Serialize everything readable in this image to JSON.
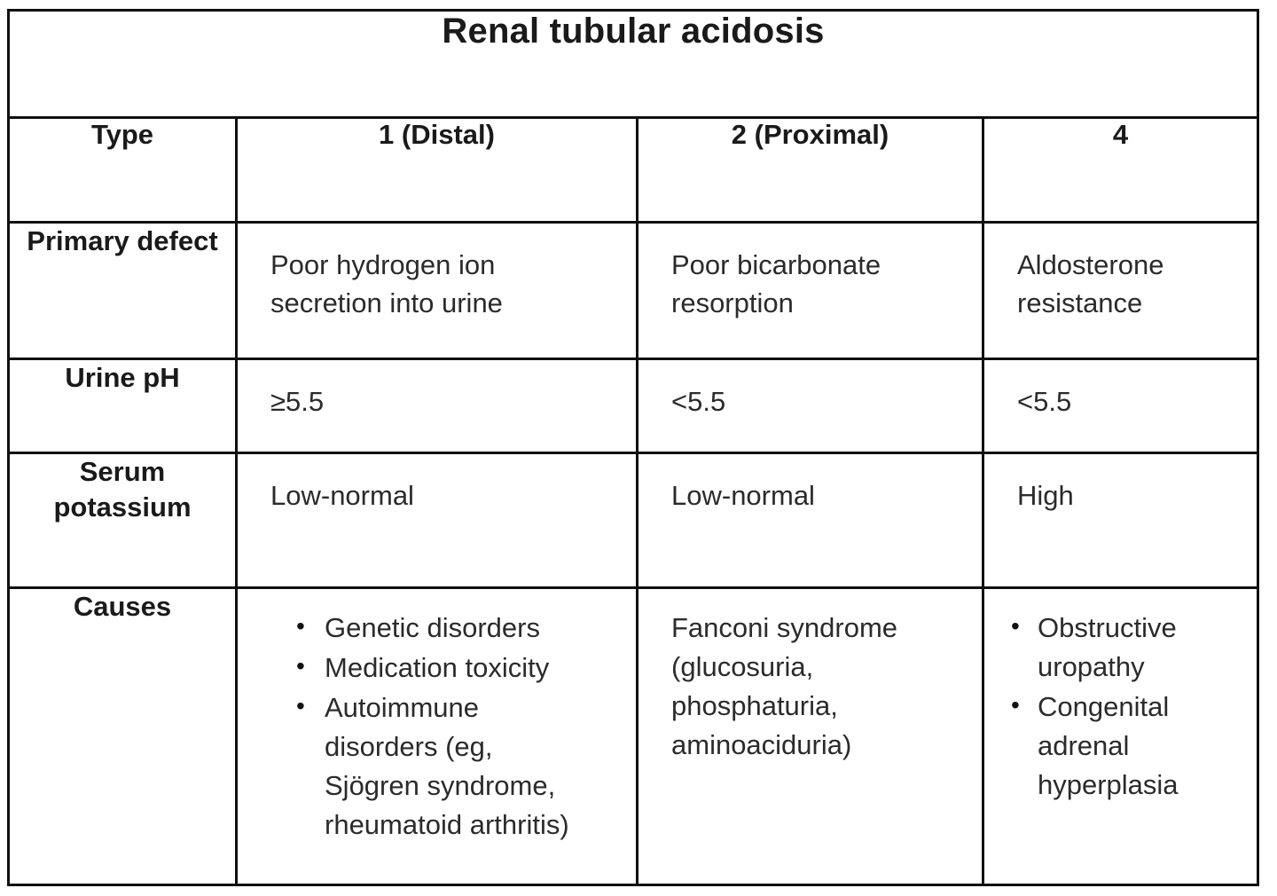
{
  "table": {
    "title": "Renal tubular acidosis",
    "columns": [
      {
        "key": "label",
        "header": "Type"
      },
      {
        "key": "type1",
        "header": "1 (Distal)"
      },
      {
        "key": "type2",
        "header": "2 (Proximal)"
      },
      {
        "key": "type4",
        "header": "4"
      }
    ],
    "rows": [
      {
        "label": "Primary\ndefect",
        "type1": "Poor hydrogen ion\nsecretion into urine",
        "type2": "Poor bicarbonate\nresorption",
        "type4": "Aldosterone\nresistance"
      },
      {
        "label": "Urine pH",
        "type1": "≥5.5",
        "type2": "<5.5",
        "type4": "<5.5"
      },
      {
        "label": "Serum\npotassium",
        "type1": "Low-normal",
        "type2": "Low-normal",
        "type4": "High"
      },
      {
        "label": "Causes",
        "type1_bullets": [
          "Genetic disorders",
          "Medication toxicity",
          "Autoimmune\ndisorders (eg,\nSjögren syndrome,\nrheumatoid arthritis)"
        ],
        "type2": "Fanconi syndrome\n(glucosuria,\nphosphaturia,\naminoaciduria)",
        "type4_bullets": [
          "Obstructive\nuropathy",
          "Congenital\nadrenal\nhyperplasia"
        ]
      }
    ]
  },
  "style": {
    "border_color": "#101010",
    "text_color": "#2b2b2b",
    "heading_color": "#1a1a1a",
    "background": "#ffffff"
  }
}
